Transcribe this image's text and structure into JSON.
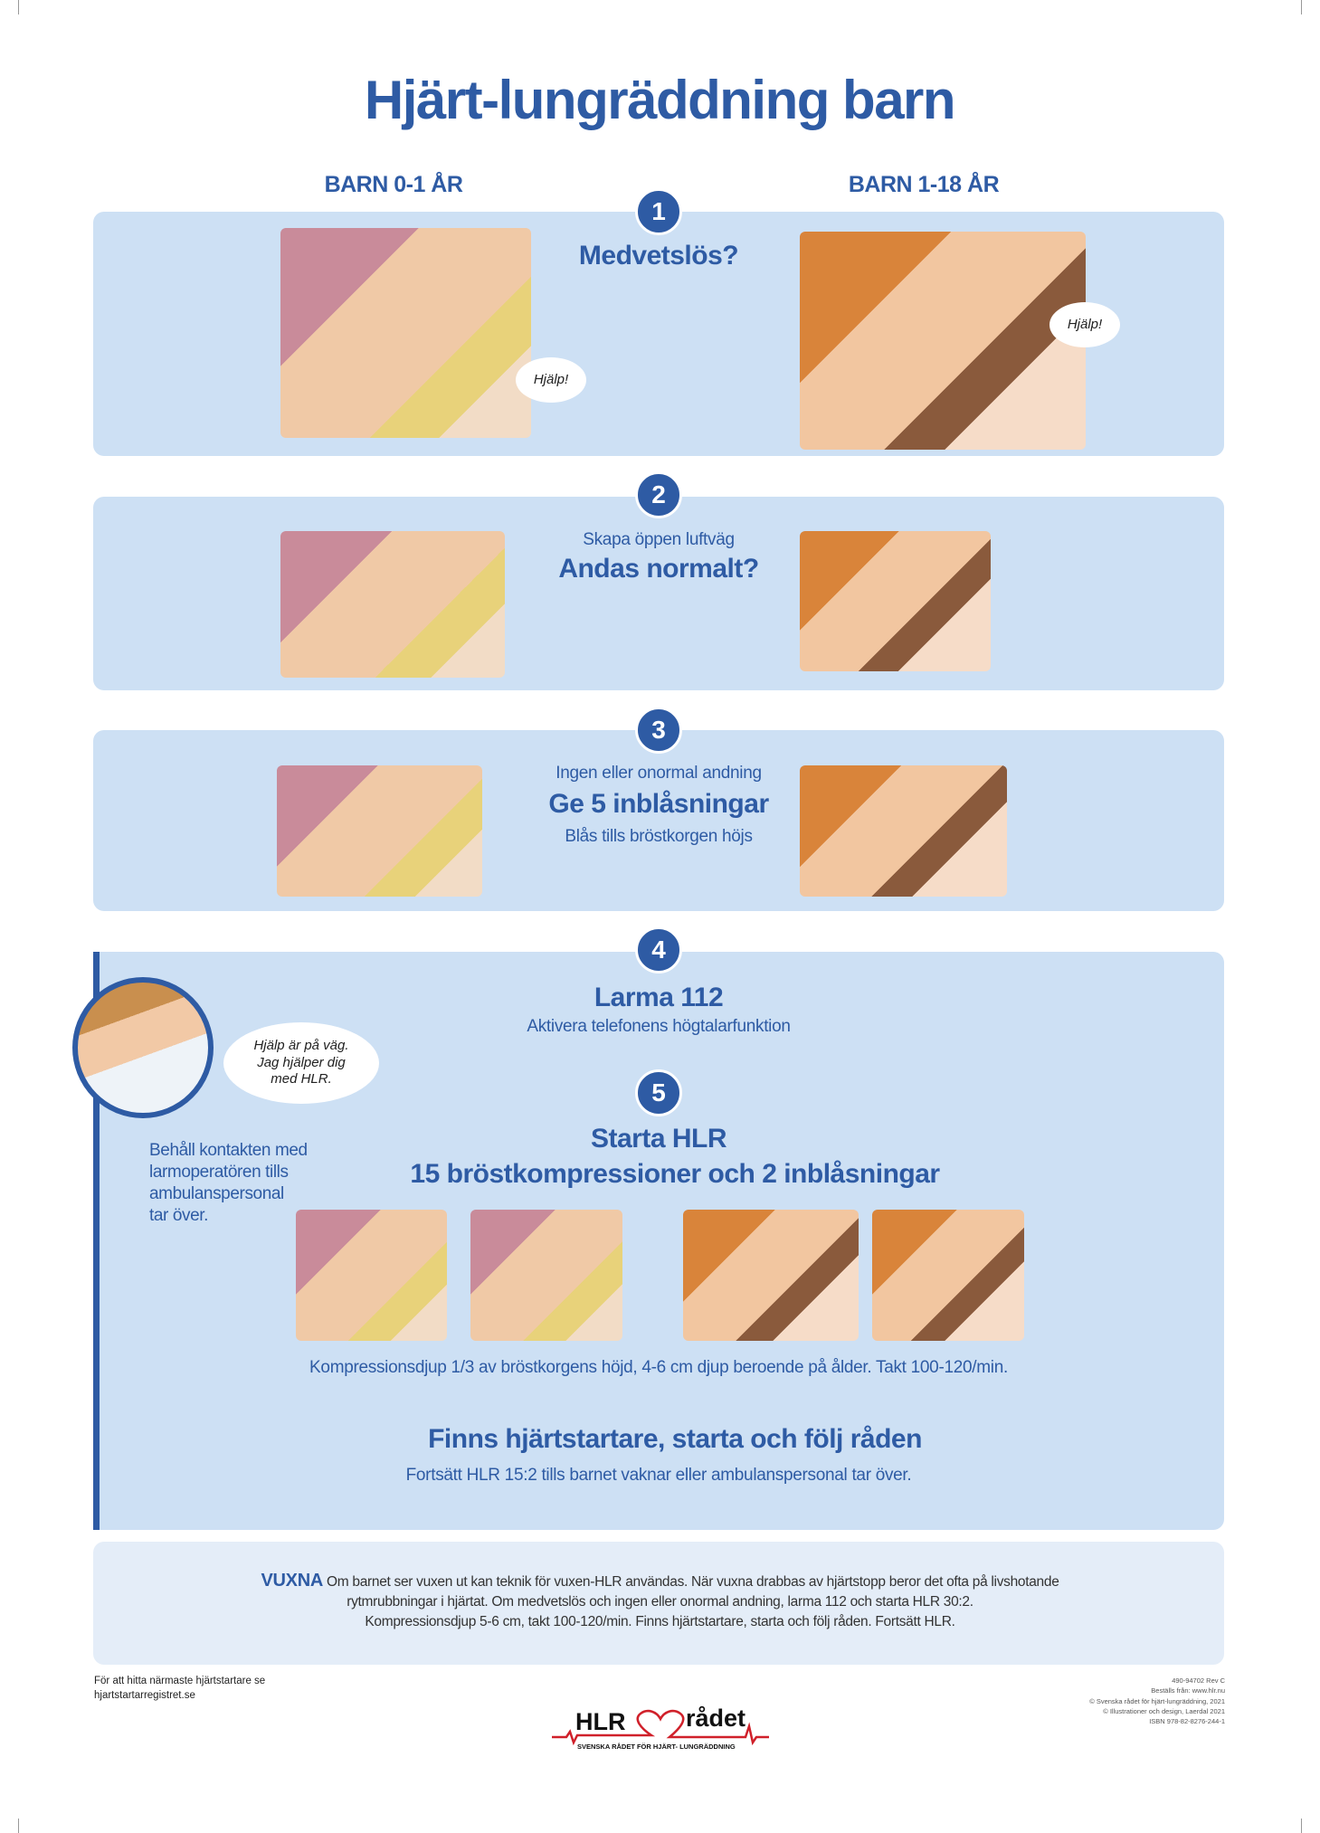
{
  "title": "Hjärt-lungräddning barn",
  "columns": {
    "left": "BARN 0-1 ÅR",
    "right": "BARN 1-18 ÅR"
  },
  "steps": [
    {
      "number": "1",
      "heading": "Medvetslös?",
      "bubble_left": "Hjälp!",
      "bubble_right": "Hjälp!"
    },
    {
      "number": "2",
      "pre": "Skapa öppen luftväg",
      "heading": "Andas normalt?"
    },
    {
      "number": "3",
      "pre": "Ingen eller onormal andning",
      "heading": "Ge 5 inblåsningar",
      "post": "Blås tills bröstkorgen höjs"
    },
    {
      "number": "4",
      "heading": "Larma 112",
      "post": "Aktivera telefonens högtalarfunktion"
    },
    {
      "number": "5",
      "heading": "Starta HLR",
      "heading2": "15 bröstkompressioner och 2 inblåsningar",
      "post": "Kompressionsdjup 1/3 av bröstkorgens höjd, 4-6 cm djup beroende på ålder. Takt 100-120/min."
    }
  ],
  "dispatcher": {
    "bubble_lines": [
      "Hjälp är på väg.",
      "Jag hjälper dig",
      "med HLR."
    ],
    "note_lines": [
      "Behåll kontakten med",
      "larmoperatören tills",
      "ambulanspersonal",
      "tar över."
    ]
  },
  "aed": {
    "heading": "Finns hjärtstartare, starta och följ råden",
    "sub": "Fortsätt HLR 15:2 tills barnet vaknar eller ambulanspersonal tar över."
  },
  "adults": {
    "label": "VUXNA",
    "lines": [
      "Om barnet ser vuxen ut kan teknik för vuxen-HLR användas. När vuxna drabbas av hjärtstopp beror det ofta på livshotande",
      "rytmrubbningar i hjärtat. Om medvetslös och ingen eller onormal andning, larma 112 och starta HLR 30:2.",
      "Kompressionsdjup 5-6 cm, takt 100-120/min. Finns hjärtstartare, starta och följ råden. Fortsätt HLR."
    ]
  },
  "footer": {
    "left_lines": [
      "För att hitta närmaste hjärtstartare se",
      "hjartstartarregistret.se"
    ],
    "right_lines": [
      "490-94702 Rev C",
      "Beställs från: www.hlr.nu",
      "© Svenska rådet för hjärt-lungräddning, 2021",
      "© Illustrationer och design, Laerdal 2021",
      "ISBN 978-82-8276-244-1"
    ],
    "logo_left": "HLR",
    "logo_right": "rådet",
    "logo_tagline": "SVENSKA RÅDET FÖR HJÄRT- LUNGRÄDDNING"
  },
  "colors": {
    "blue": "#2e5ba4",
    "panel": "#cde0f4",
    "adult_panel": "#e4edf8",
    "logo_red": "#d0202a"
  }
}
